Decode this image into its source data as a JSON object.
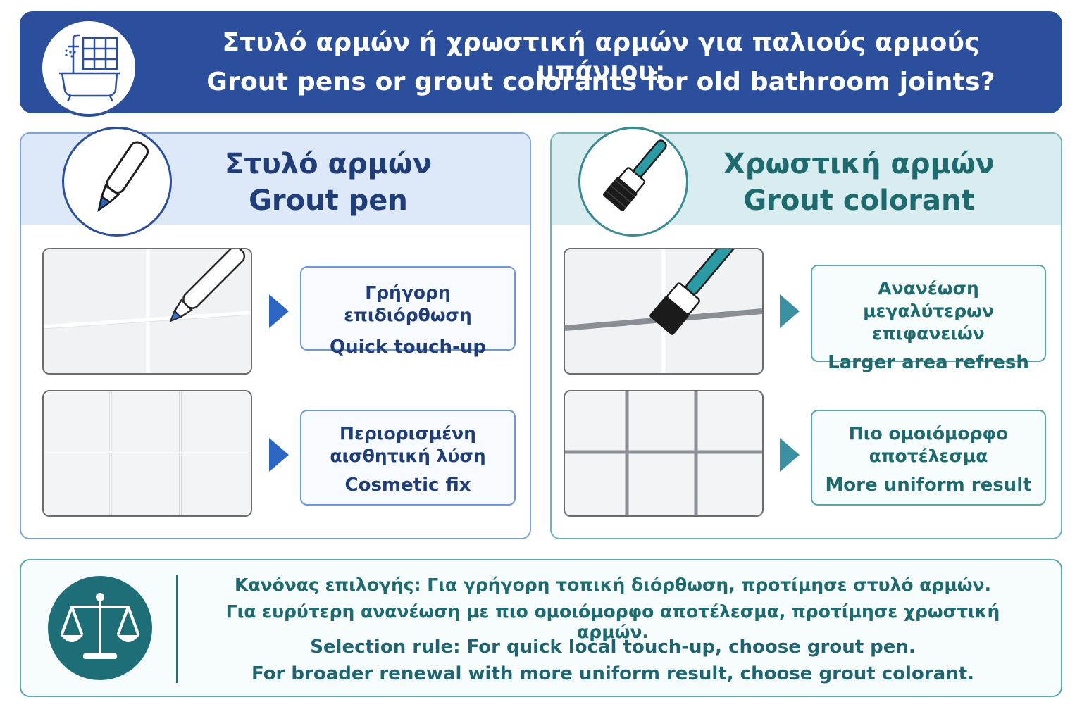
{
  "header": {
    "title_greek": "Στυλό αρμών ή χρωστική αρμών για παλιούς αρμούς μπάνιου;",
    "title_english": "Grout pens or grout colorants for old bathroom joints?",
    "icon": "bathtub-shower-icon"
  },
  "left_panel": {
    "title_greek": "Στυλό αρμών",
    "title_english": "Grout pen",
    "icon": "grout-pen-icon",
    "accent_color": "#2b4f9d",
    "items": [
      {
        "greek": "Γρήγορη επιδιόρθωση",
        "english": "Quick touch-up"
      },
      {
        "greek_line1": "Περιορισμένη",
        "greek_line2": "αισθητική λύση",
        "english": "Cosmetic fix"
      }
    ]
  },
  "right_panel": {
    "title_greek": "Χρωστική αρμών",
    "title_english": "Grout colorant",
    "icon": "paint-brush-icon",
    "accent_color": "#1d6b6f",
    "items": [
      {
        "greek_line1": "Ανανέωση μεγαλύτερων",
        "greek_line2": "επιφανειών",
        "english": "Larger area refresh"
      },
      {
        "greek_line1": "Πιο ομοιόμορφο",
        "greek_line2": "αποτέλεσμα",
        "english": "More uniform result"
      }
    ]
  },
  "rule": {
    "icon": "balance-scale-icon",
    "greek_line1": "Κανόνας επιλογής: Για γρήγορη τοπική διόρθωση, προτίμησε στυλό αρμών.",
    "greek_line2": "Για ευρύτερη ανανέωση με πιο ομοιόμορφο αποτέλεσμα, προτίμησε χρωστική αρμών.",
    "english_line1": "Selection rule: For quick local touch-up, choose grout pen.",
    "english_line2": "For broader renewal with more uniform result, choose grout colorant."
  }
}
